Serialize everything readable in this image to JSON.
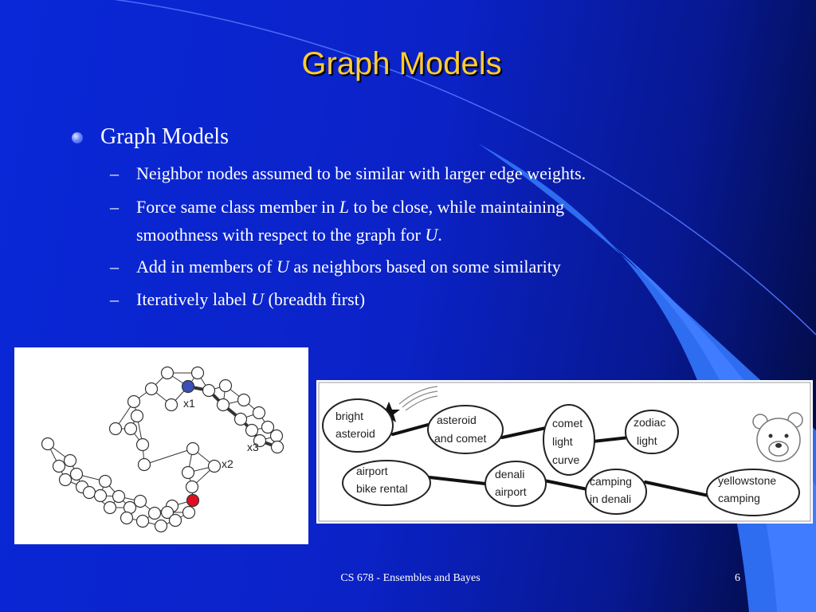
{
  "slide": {
    "title": "Graph Models",
    "bullet": "Graph Models",
    "subbullets": [
      {
        "dash": "–",
        "parts": [
          "Neighbor nodes assumed to be similar with larger edge weights."
        ]
      },
      {
        "dash": "–",
        "parts": [
          "Force same class member in ",
          "L",
          " to be close, while maintaining"
        ]
      },
      {
        "dash": "",
        "parts": [
          "smoothness with respect to the graph for ",
          "U",
          "."
        ]
      },
      {
        "dash": "–",
        "parts": [
          "Add in members of ",
          "U",
          " as neighbors based on some similarity"
        ]
      },
      {
        "dash": "–",
        "parts": [
          "Iteratively label ",
          "U",
          " (breadth first)"
        ]
      }
    ],
    "footer": "CS 678 - Ensembles and Bayes",
    "page_number": "6"
  },
  "graph_figure": {
    "labels": {
      "x1": "x1",
      "x2": "x2",
      "x3": "x3"
    },
    "colors": {
      "x1_node": "#3a4fb8",
      "x2_node": "#dd1020",
      "x1_label": "#3a4fb8",
      "x2_label": "#cc1020"
    }
  },
  "concept_figure": {
    "nodes": [
      {
        "id": "bright-asteroid",
        "lines": [
          "bright",
          "asteroid"
        ]
      },
      {
        "id": "asteroid-and-comet",
        "lines": [
          "asteroid",
          "and comet"
        ]
      },
      {
        "id": "comet-light-curve",
        "lines": [
          "comet",
          "light",
          "curve"
        ]
      },
      {
        "id": "zodiac-light",
        "lines": [
          "zodiac",
          "light"
        ]
      },
      {
        "id": "airport-bike-rental",
        "lines": [
          "airport",
          "bike rental"
        ]
      },
      {
        "id": "denali-airport",
        "lines": [
          "denali",
          "airport"
        ]
      },
      {
        "id": "camping-in-denali",
        "lines": [
          "camping",
          "in denali"
        ]
      },
      {
        "id": "yellowstone-camping",
        "lines": [
          "yellowstone",
          "camping"
        ]
      }
    ]
  },
  "colors": {
    "title": "#ffcc33",
    "text": "#ffffff",
    "accent_shape": "#2e6cf0"
  }
}
